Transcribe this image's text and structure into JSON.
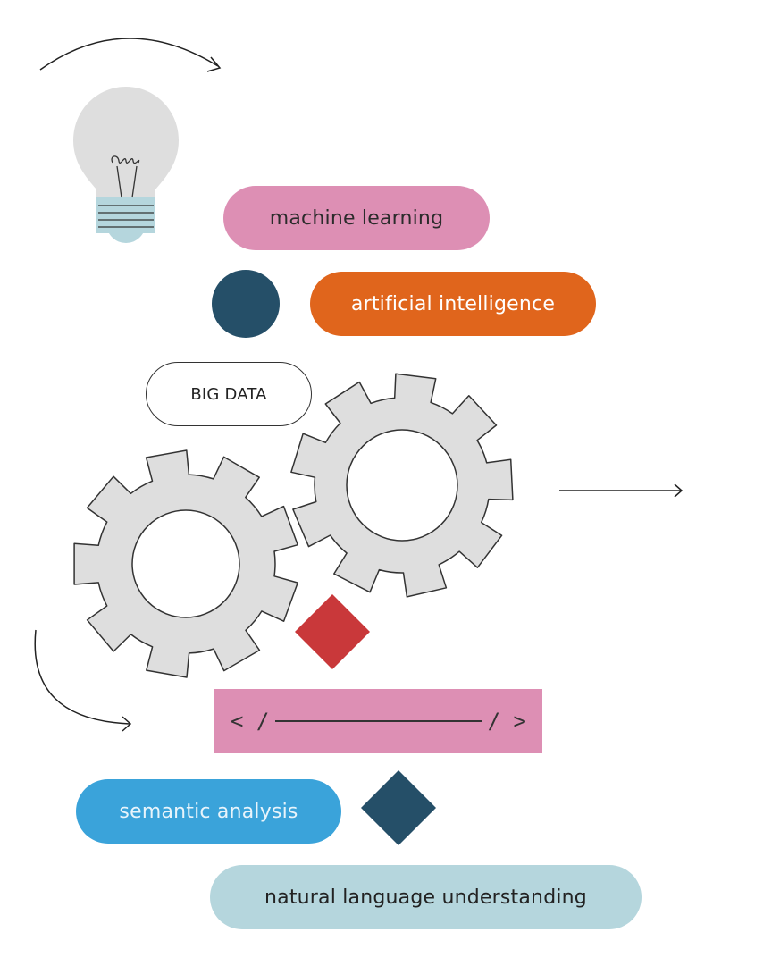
{
  "labels": {
    "machine_learning": "machine learning",
    "artificial_intelligence": "artificial intelligence",
    "big_data": "BIG DATA",
    "semantic_analysis": "semantic analysis",
    "natural_language_understanding": "natural language understanding"
  },
  "code_bar": {
    "open": "< /",
    "close": "/ >"
  },
  "icons": [
    "lightbulb-icon",
    "gear-icon",
    "gear-icon",
    "arrow-icon",
    "circle-shape",
    "diamond-shape"
  ],
  "colors": {
    "pink": "#dd8fb4",
    "orange": "#e0651c",
    "navy": "#254f68",
    "red": "#c9383a",
    "blue": "#3aa3da",
    "light_blue": "#b5d6dd",
    "gear_gray": "#dedede"
  }
}
